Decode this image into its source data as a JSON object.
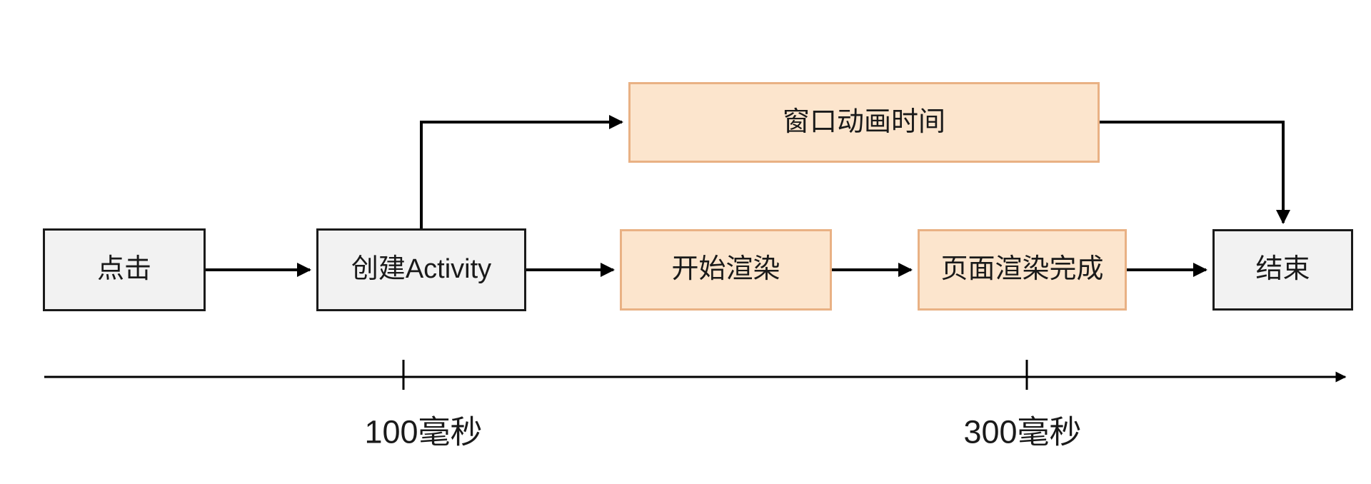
{
  "diagram": {
    "title_semantics": "activity-launch-timing-flowchart",
    "nodes": {
      "click": {
        "label": "点击",
        "type": "plain"
      },
      "create_activity": {
        "label": "创建Activity",
        "type": "plain"
      },
      "window_animation": {
        "label": "窗口动画时间",
        "type": "highlight"
      },
      "start_render": {
        "label": "开始渲染",
        "type": "highlight"
      },
      "render_complete": {
        "label": "页面渲染完成",
        "type": "highlight"
      },
      "end": {
        "label": "结束",
        "type": "plain"
      }
    },
    "edges": [
      {
        "from": "click",
        "to": "create_activity",
        "shape": "straight"
      },
      {
        "from": "create_activity",
        "to": "start_render",
        "shape": "straight"
      },
      {
        "from": "start_render",
        "to": "render_complete",
        "shape": "straight"
      },
      {
        "from": "render_complete",
        "to": "end",
        "shape": "straight"
      },
      {
        "from": "create_activity",
        "to": "window_animation",
        "shape": "elbow-up-right"
      },
      {
        "from": "window_animation",
        "to": "end",
        "shape": "elbow-right-down"
      }
    ],
    "timeline": {
      "tick1_label": "100毫秒",
      "tick2_label": "300毫秒"
    },
    "colors": {
      "highlight_fill": "#fce5cd",
      "highlight_border": "#e9b184",
      "node_fill": "#f2f2f2",
      "node_border": "#1a1a1a",
      "connector": "#000000"
    }
  }
}
